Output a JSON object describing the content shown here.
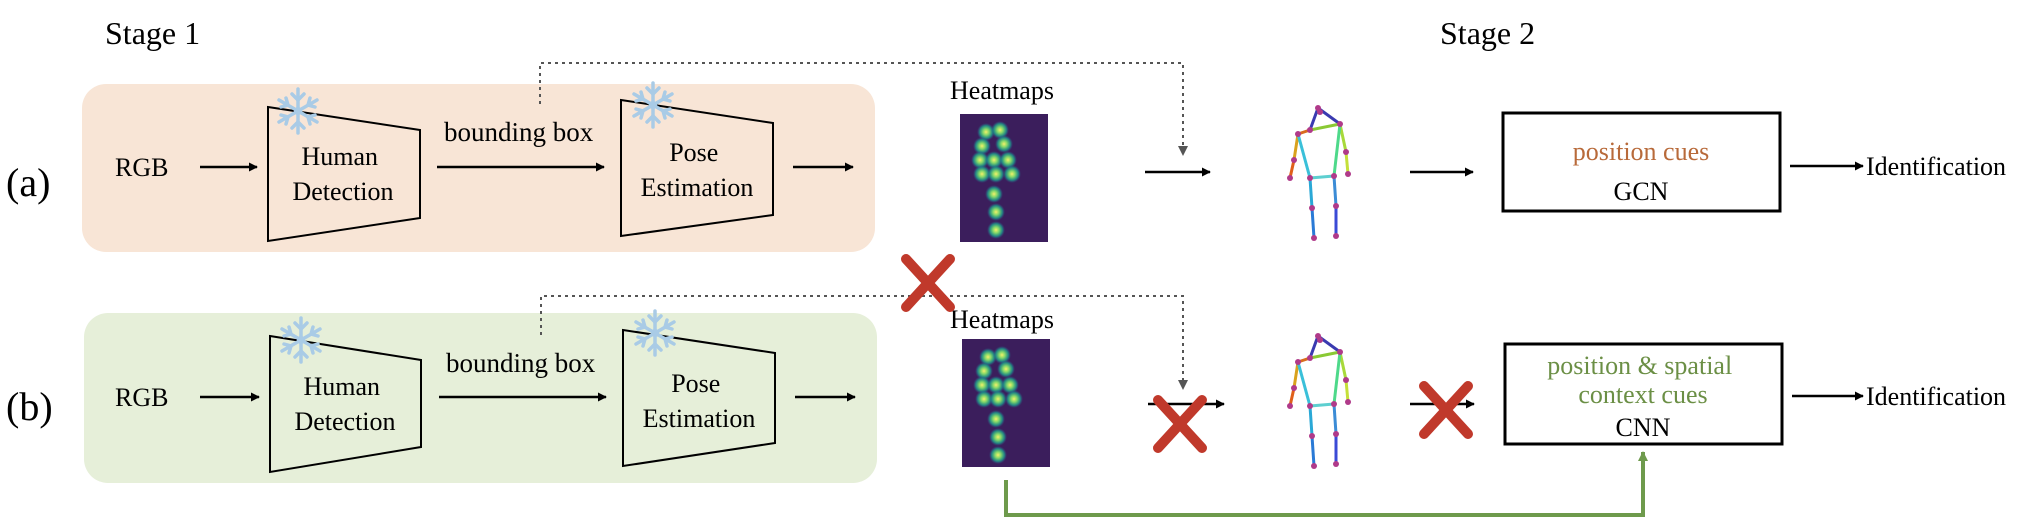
{
  "stages": {
    "stage1": "Stage 1",
    "stage2": "Stage 2"
  },
  "row_a": {
    "tag": "(a)",
    "input": "RGB",
    "detector": [
      "Human",
      "Detection"
    ],
    "bbox": "bounding box",
    "pose": [
      "Pose",
      "Estimation"
    ],
    "heatmaps": "Heatmaps",
    "model_cue": "position cues",
    "model_name": "GCN",
    "output": "Identification"
  },
  "row_b": {
    "tag": "(b)",
    "input": "RGB",
    "detector": [
      "Human",
      "Detection"
    ],
    "bbox": "bounding box",
    "pose": [
      "Pose",
      "Estimation"
    ],
    "heatmaps": "Heatmaps",
    "model_cue": [
      "position & spatial",
      "context cues"
    ],
    "model_name": "CNN",
    "output": "Identification"
  },
  "colors": {
    "panel_a": "#f8e5d6",
    "panel_b": "#e6efd9",
    "cue_a": "#b86a3a",
    "cue_b": "#6b8f45",
    "green_arrow": "#6e9a4c",
    "cross": "#c0392b",
    "heatmap_bg": "#3b1e5c",
    "snowflake": "#a9cbe6"
  },
  "icons": [
    "snowflake-icon",
    "cross-icon",
    "heatmap-image",
    "skeleton-image"
  ]
}
